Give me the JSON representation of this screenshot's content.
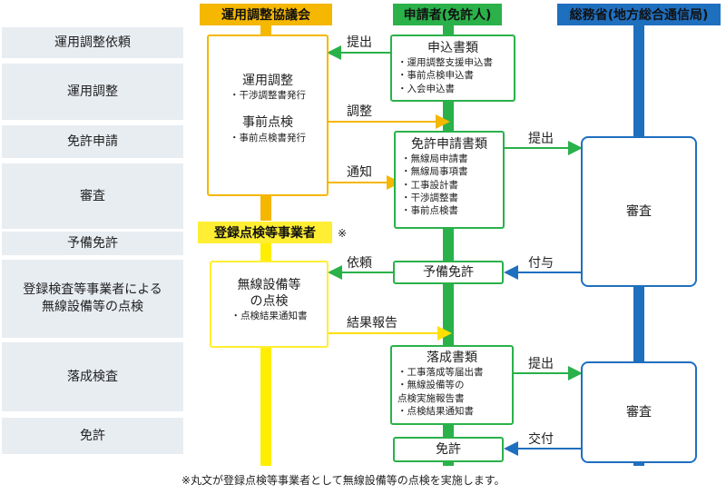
{
  "stages": [
    "運用調整依頼",
    "運用調整",
    "免許申請",
    "審査",
    "予備免許",
    "登録検査等事業者による\n無線設備等の点検",
    "落成検査",
    "免許"
  ],
  "columns": {
    "coordination": "運用調整協議会",
    "applicant": "申請者(免許人)",
    "ministry": "総務省(地方総合通信局)",
    "inspector": "登録点検等事業者",
    "inspector_mark": "※"
  },
  "boxes": {
    "coord_main": {
      "item1": "運用調整",
      "sub1": "干渉調整書発行",
      "item2": "事前点検",
      "sub2": "事前点検書発行"
    },
    "application_docs": {
      "title": "申込書類",
      "items": [
        "運用調整支援申込書",
        "事前点検申込書",
        "入会申込書"
      ]
    },
    "license_docs": {
      "title": "免許申請書類",
      "items": [
        "無線局申請書",
        "無線局事項書",
        "工事設計書",
        "干渉調整書",
        "事前点検書"
      ]
    },
    "preliminary_license": "予備免許",
    "inspection": {
      "title": "無線設備等\nの点検",
      "sub": "点検結果通知書"
    },
    "completion_docs": {
      "title": "落成書類",
      "items": [
        "工事落成等届出書",
        "無線設備等の\n点検実施報告書",
        "点検結果通知書"
      ]
    },
    "license": "免許",
    "review1": "審査",
    "review2": "審査"
  },
  "labels": {
    "submit1": "提出",
    "adjust": "調整",
    "notify": "通知",
    "submit2": "提出",
    "request": "依頼",
    "grant": "付与",
    "result_report": "結果報告",
    "submit3": "提出",
    "issue": "交付"
  },
  "footnote": "※丸文が登録点検等事業者として無線設備等の点検を実施します。",
  "colors": {
    "orange": "#f5b700",
    "green": "#2ab14a",
    "blue": "#1f6fbf",
    "yellow": "#ffee33",
    "stage_bg": "#e8edf2"
  }
}
